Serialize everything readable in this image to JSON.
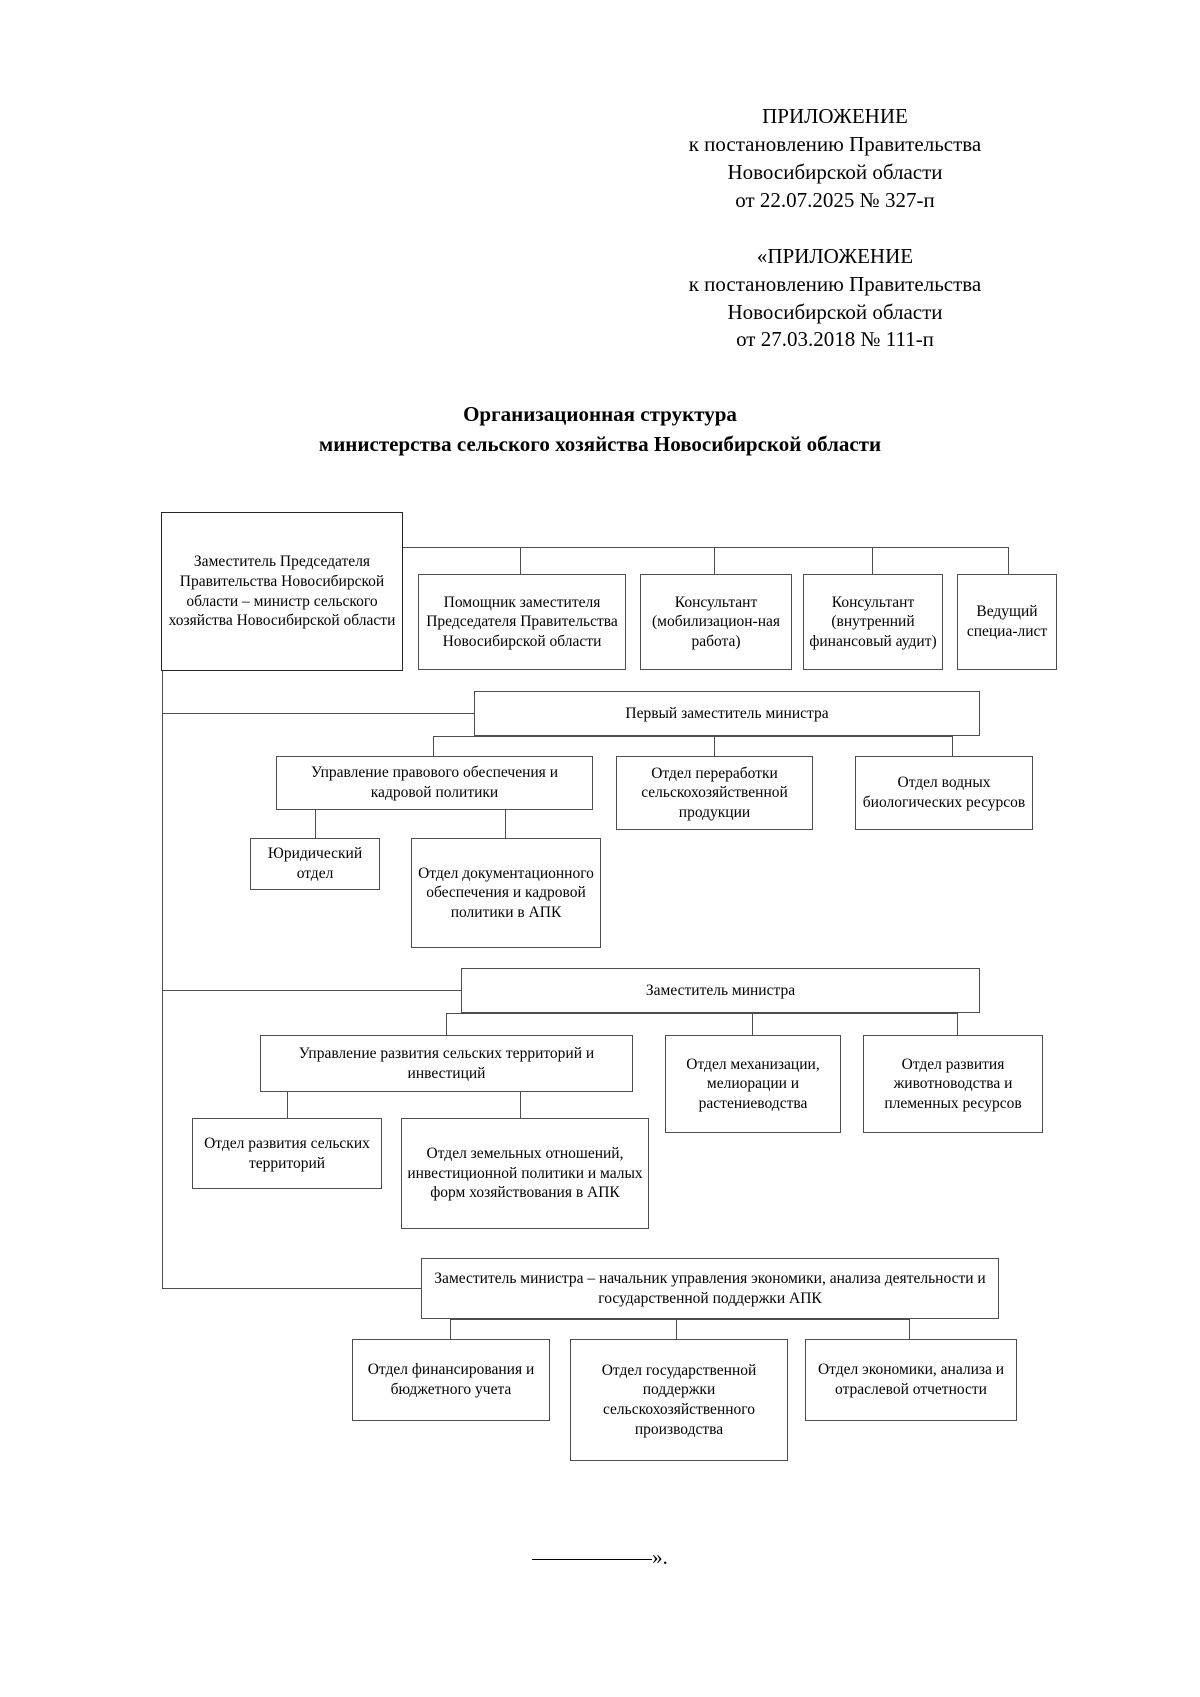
{
  "header": {
    "block1": [
      "ПРИЛОЖЕНИЕ",
      "к постановлению Правительства",
      "Новосибирской области",
      "от 22.07.2025  № 327-п"
    ],
    "block2": [
      "«ПРИЛОЖЕНИЕ",
      "к постановлению Правительства",
      "Новосибирской области",
      "от 27.03.2018  № 111-п"
    ]
  },
  "title": {
    "line1": "Организационная структура",
    "line2": "министерства сельского хозяйства Новосибирской области"
  },
  "footer": {
    "closing_quote": "»."
  },
  "chart_data": {
    "type": "diagram",
    "title": "Организационная структура министерства сельского хозяйства Новосибирской области",
    "nodes": [
      {
        "id": "n1",
        "label": "Заместитель Председателя Правительства Новосибирской области – министр сельского хозяйства Новосибирской области",
        "level": 1
      },
      {
        "id": "n2",
        "label": "Помощник заместителя Председателя Правительства Новосибирской области",
        "level": 2
      },
      {
        "id": "n3",
        "label": "Консультант (мобилизацион-ная работа)",
        "level": 2
      },
      {
        "id": "n4",
        "label": "Консультант (внутренний финансовый аудит)",
        "level": 2
      },
      {
        "id": "n5",
        "label": "Ведущий специа-лист",
        "level": 2
      },
      {
        "id": "n6",
        "label": "Первый заместитель министра",
        "level": 2
      },
      {
        "id": "n7",
        "label": "Управление правового обеспечения и кадровой политики",
        "level": 3
      },
      {
        "id": "n8",
        "label": "Отдел переработки сельскохозяйственной продукции",
        "level": 3
      },
      {
        "id": "n9",
        "label": "Отдел водных биологических ресурсов",
        "level": 3
      },
      {
        "id": "n10",
        "label": "Юридический отдел",
        "level": 4
      },
      {
        "id": "n11",
        "label": "Отдел документационного обеспечения и кадровой политики в АПК",
        "level": 4
      },
      {
        "id": "n12",
        "label": "Заместитель министра",
        "level": 2
      },
      {
        "id": "n13",
        "label": "Управление развития сельских территорий и инвестиций",
        "level": 3
      },
      {
        "id": "n14",
        "label": "Отдел механизации, мелиорации и растениеводства",
        "level": 3
      },
      {
        "id": "n15",
        "label": "Отдел развития животноводства и племенных ресурсов",
        "level": 3
      },
      {
        "id": "n16",
        "label": "Отдел развития сельских территорий",
        "level": 4
      },
      {
        "id": "n17",
        "label": "Отдел земельных отношений, инвестиционной политики и малых форм хозяйствования в АПК",
        "level": 4
      },
      {
        "id": "n18",
        "label": "Заместитель министра – начальник управления экономики, анализа деятельности и государственной поддержки АПК",
        "level": 2
      },
      {
        "id": "n19",
        "label": "Отдел финансирования и бюджетного учета",
        "level": 3
      },
      {
        "id": "n20",
        "label": "Отдел государственной поддержки сельскохозяйственного производства",
        "level": 3
      },
      {
        "id": "n21",
        "label": "Отдел экономики, анализа и отраслевой отчетности",
        "level": 3
      }
    ],
    "edges": [
      {
        "from": "n1",
        "to": "n2"
      },
      {
        "from": "n1",
        "to": "n3"
      },
      {
        "from": "n1",
        "to": "n4"
      },
      {
        "from": "n1",
        "to": "n5"
      },
      {
        "from": "n1",
        "to": "n6"
      },
      {
        "from": "n1",
        "to": "n12"
      },
      {
        "from": "n1",
        "to": "n18"
      },
      {
        "from": "n6",
        "to": "n7"
      },
      {
        "from": "n6",
        "to": "n8"
      },
      {
        "from": "n6",
        "to": "n9"
      },
      {
        "from": "n7",
        "to": "n10"
      },
      {
        "from": "n7",
        "to": "n11"
      },
      {
        "from": "n12",
        "to": "n13"
      },
      {
        "from": "n12",
        "to": "n14"
      },
      {
        "from": "n12",
        "to": "n15"
      },
      {
        "from": "n13",
        "to": "n16"
      },
      {
        "from": "n13",
        "to": "n17"
      },
      {
        "from": "n18",
        "to": "n19"
      },
      {
        "from": "n18",
        "to": "n20"
      },
      {
        "from": "n18",
        "to": "n21"
      }
    ]
  }
}
